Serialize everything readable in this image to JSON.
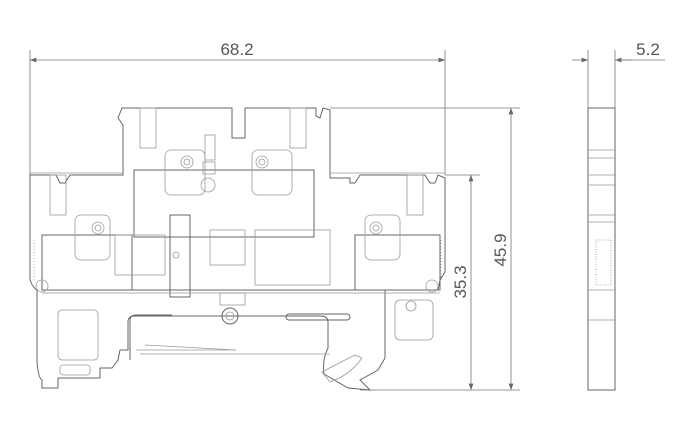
{
  "drawing": {
    "front_view": {
      "width_dimension": "68.2",
      "height_total_dimension": "45.9",
      "height_lower_dimension": "35.3"
    },
    "side_view": {
      "width_dimension": "5.2"
    },
    "colors": {
      "line": "#666666",
      "background": "#ffffff"
    }
  }
}
